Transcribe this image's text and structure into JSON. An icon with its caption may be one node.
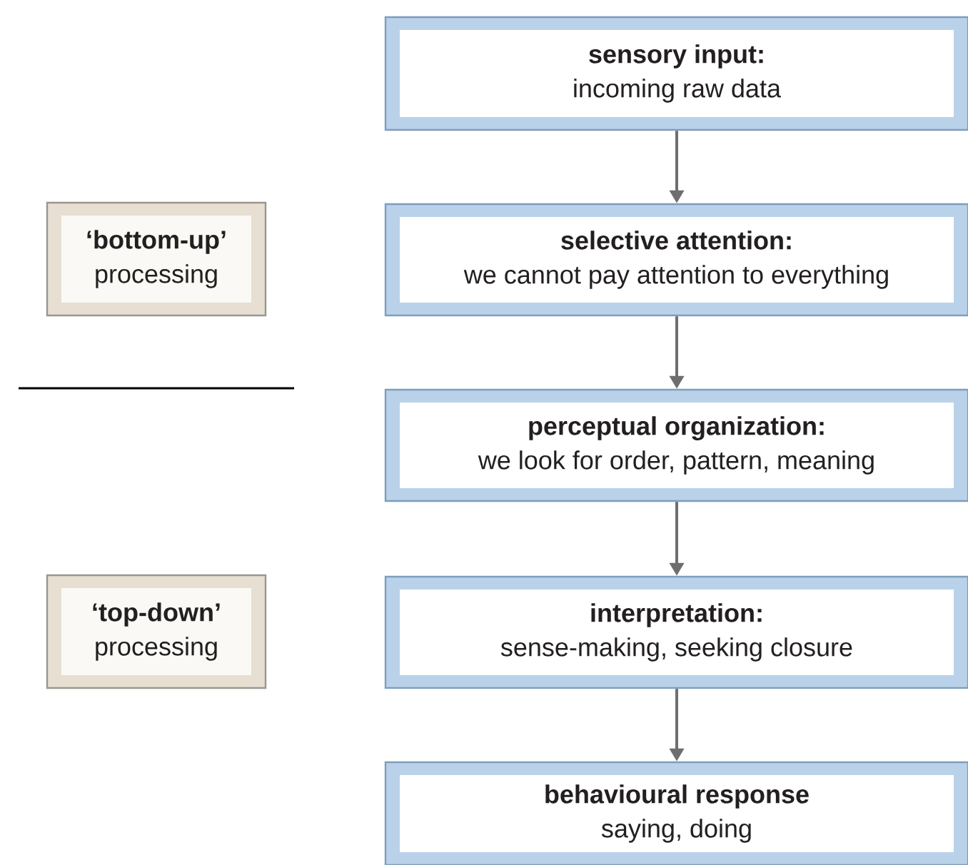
{
  "diagram": {
    "nodes": [
      {
        "text": [
          "sensory input:",
          "incoming raw data"
        ]
      },
      {
        "text": [
          "selective attention:",
          "we cannot pay attention to everything"
        ]
      },
      {
        "text": [
          "perceptual organization:",
          "we look for order, pattern, meaning"
        ]
      },
      {
        "text": [
          "interpretation:",
          "sense-making, seeking closure"
        ]
      },
      {
        "text": [
          "behavioural response",
          "saying, doing"
        ]
      },
      {
        "text": [
          "‘bottom-up’",
          "processing"
        ]
      },
      {
        "text": [
          "‘top-down’",
          "processing"
        ]
      }
    ],
    "edges": [
      {
        "from": 0,
        "to": 1,
        "arrow": "to"
      },
      {
        "from": 1,
        "to": 2,
        "arrow": "to"
      },
      {
        "from": 2,
        "to": 3,
        "arrow": "to"
      },
      {
        "from": 3,
        "to": 4,
        "arrow": "to"
      }
    ]
  }
}
